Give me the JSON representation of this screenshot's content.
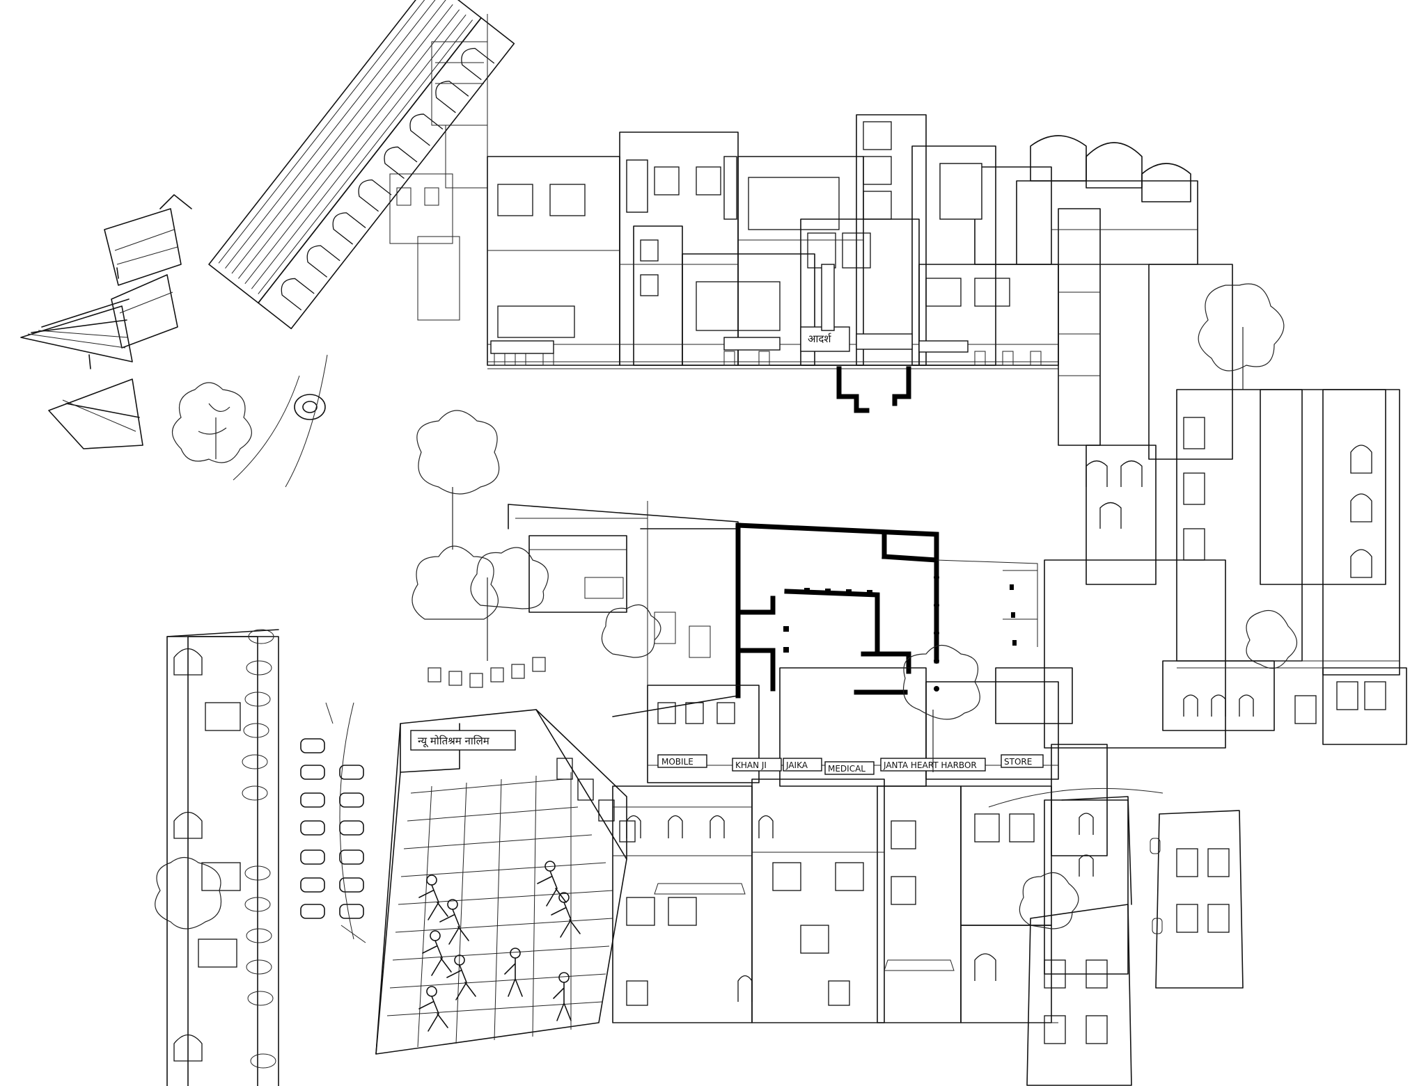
{
  "signs": {
    "school_sign": "न्यू मोतिश्रम नालिम",
    "shop_mobile": "MOBILE",
    "shop_khan_ji": "KHAN JI",
    "shop_jaika": "JAIKA",
    "shop_medical": "MEDICAL",
    "shop_janta_heart": "JANTA HEART HARBOR",
    "shop_adarsh": "आदर्श",
    "shop_store": "STORE"
  },
  "palette": {
    "ink": "#111111",
    "paper": "#ffffff"
  }
}
